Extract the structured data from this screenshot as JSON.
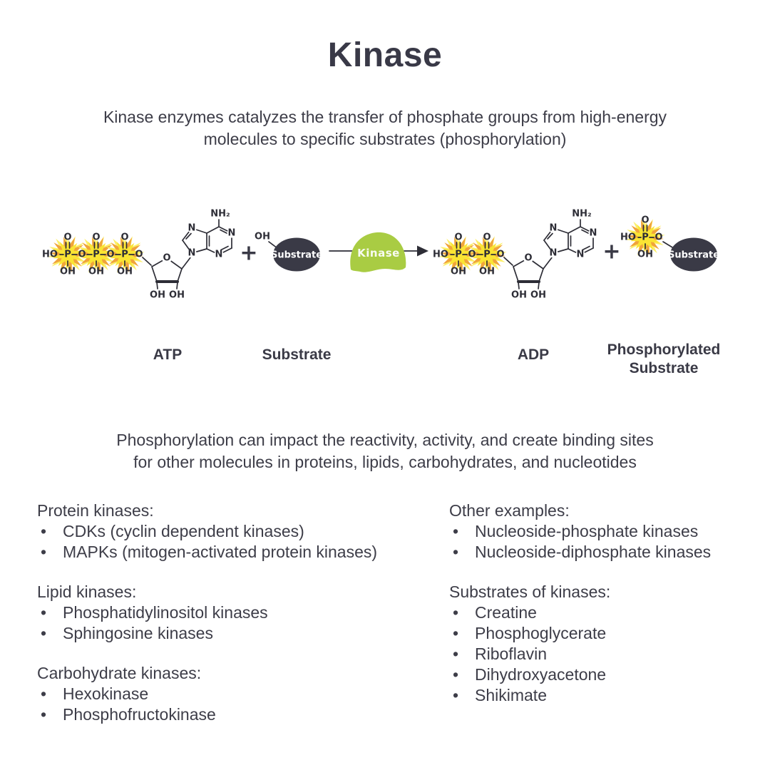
{
  "title": "Kinase",
  "bullet": "•",
  "subtitle_lines": [
    "Kinase enzymes catalyzes the transfer of phosphate groups from high-energy",
    "molecules to specific substrates (phosphorylation)"
  ],
  "paragraph_lines": [
    "Phosphorylation can impact the reactivity, activity, and create binding sites",
    "for other molecules in proteins, lipids, carbohydrates, and nucleotides"
  ],
  "reaction": {
    "plus_sign": "+",
    "kinase_enzyme_label": "Kinase",
    "substrate_ellipse_label": "Substrate",
    "labels": {
      "atp": "ATP",
      "substrate": "Substrate",
      "adp": "ADP",
      "phosphorylated": [
        "Phosphorylated",
        "Substrate"
      ]
    },
    "atoms": {
      "P": "P",
      "O": "O",
      "OH": "OH",
      "HO": "HO",
      "N": "N",
      "NH2": "NH₂"
    }
  },
  "columns": {
    "left": [
      {
        "heading": "Protein kinases:",
        "items": [
          "CDKs (cyclin dependent kinases)",
          "MAPKs (mitogen-activated protein kinases)"
        ]
      },
      {
        "heading": "Lipid kinases:",
        "items": [
          "Phosphatidylinositol kinases",
          "Sphingosine kinases"
        ]
      },
      {
        "heading": "Carbohydrate kinases:",
        "items": [
          "Hexokinase",
          "Phosphofructokinase"
        ]
      }
    ],
    "right": [
      {
        "heading": "Other examples:",
        "items": [
          "Nucleoside-phosphate kinases",
          "Nucleoside-diphosphate kinases"
        ]
      },
      {
        "heading": "Substrates of kinases:",
        "items": [
          "Creatine",
          "Phosphoglycerate",
          "Riboflavin",
          "Dihydroxyacetone",
          "Shikimate"
        ]
      }
    ]
  },
  "colors": {
    "bond": "#2d2d36",
    "star_outer_glow": "#fcf06a",
    "star_orange": "#f0a43b",
    "star_yellow": "#fae433",
    "kinase_green": "#a9cc43",
    "substrate_dark": "#3a3a46",
    "white": "#ffffff"
  }
}
